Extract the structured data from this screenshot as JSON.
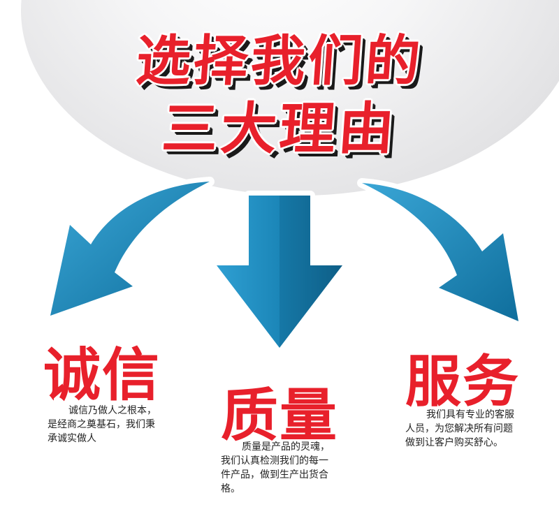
{
  "headline": {
    "line1": "选择我们的",
    "line2": "三大理由"
  },
  "colors": {
    "accent_red": "#e8202b",
    "arrow_blue": "#1b86b8",
    "arrow_blue_dark": "#0e5f88",
    "shadow": "#1a1a1a"
  },
  "pillars": [
    {
      "title": "诚信",
      "desc_lines": [
        "诚信乃做人之根本，",
        "是经商之奠基石，我们秉",
        "承诚实做人"
      ]
    },
    {
      "title": "质量",
      "desc_lines": [
        "质量是产品的灵魂，",
        "我们认真检测我们的每一",
        "件产品，做到生产出货合",
        "格。"
      ]
    },
    {
      "title": "服务",
      "desc_lines": [
        "我们具有专业的客服",
        "人员，为您解决所有问题",
        "做到让客户购买舒心。"
      ]
    }
  ],
  "icons": [
    "curved-arrow-left-icon",
    "down-arrow-icon",
    "curved-arrow-right-icon"
  ]
}
